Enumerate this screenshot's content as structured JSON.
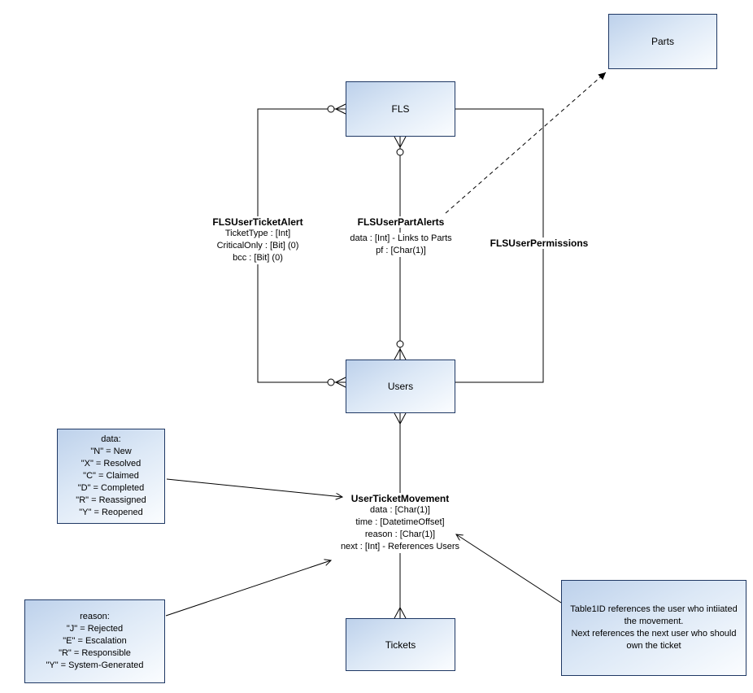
{
  "diagram": {
    "entities": {
      "parts": "Parts",
      "fls": "FLS",
      "users": "Users",
      "tickets": "Tickets"
    },
    "relationships": {
      "fls_user_ticket_alert": {
        "title": "FLSUserTicketAlert",
        "attrs": [
          "TicketType : [Int]",
          "CriticalOnly : [Bit] (0)",
          "bcc : [Bit] (0)"
        ]
      },
      "fls_user_part_alerts": {
        "title": "FLSUserPartAlerts",
        "attrs": [
          "data : [Int] - Links to Parts",
          "pf : [Char(1)]"
        ]
      },
      "fls_user_permissions": {
        "title": "FLSUserPermissions"
      },
      "user_ticket_movement": {
        "title": "UserTicketMovement",
        "attrs": [
          "data : [Char(1)]",
          "time : [DatetimeOffset]",
          "reason : [Char(1)]",
          "next : [Int] - References Users"
        ]
      }
    },
    "notes": {
      "data_legend": [
        "data:",
        "\"N\" = New",
        "\"X\" = Resolved",
        "\"C\" = Claimed",
        "\"D\" = Completed",
        "\"R\" = Reassigned",
        "\"Y\" = Reopened"
      ],
      "reason_legend": [
        "reason:",
        "\"J\" = Rejected",
        "\"E\" = Escalation",
        "\"R\" = Responsible",
        "\"Y\" = System-Generated"
      ],
      "movement_note": [
        "Table1ID references the user who intiiated the movement.",
        "Next references the next user who should own the ticket"
      ]
    },
    "colors": {
      "background": "#ffffff",
      "box_fill_start": "#bdd1eb",
      "box_fill_mid": "#dce8f6",
      "box_fill_end": "#fbfdff",
      "box_border": "#1f3864",
      "line_color": "#000000"
    }
  }
}
